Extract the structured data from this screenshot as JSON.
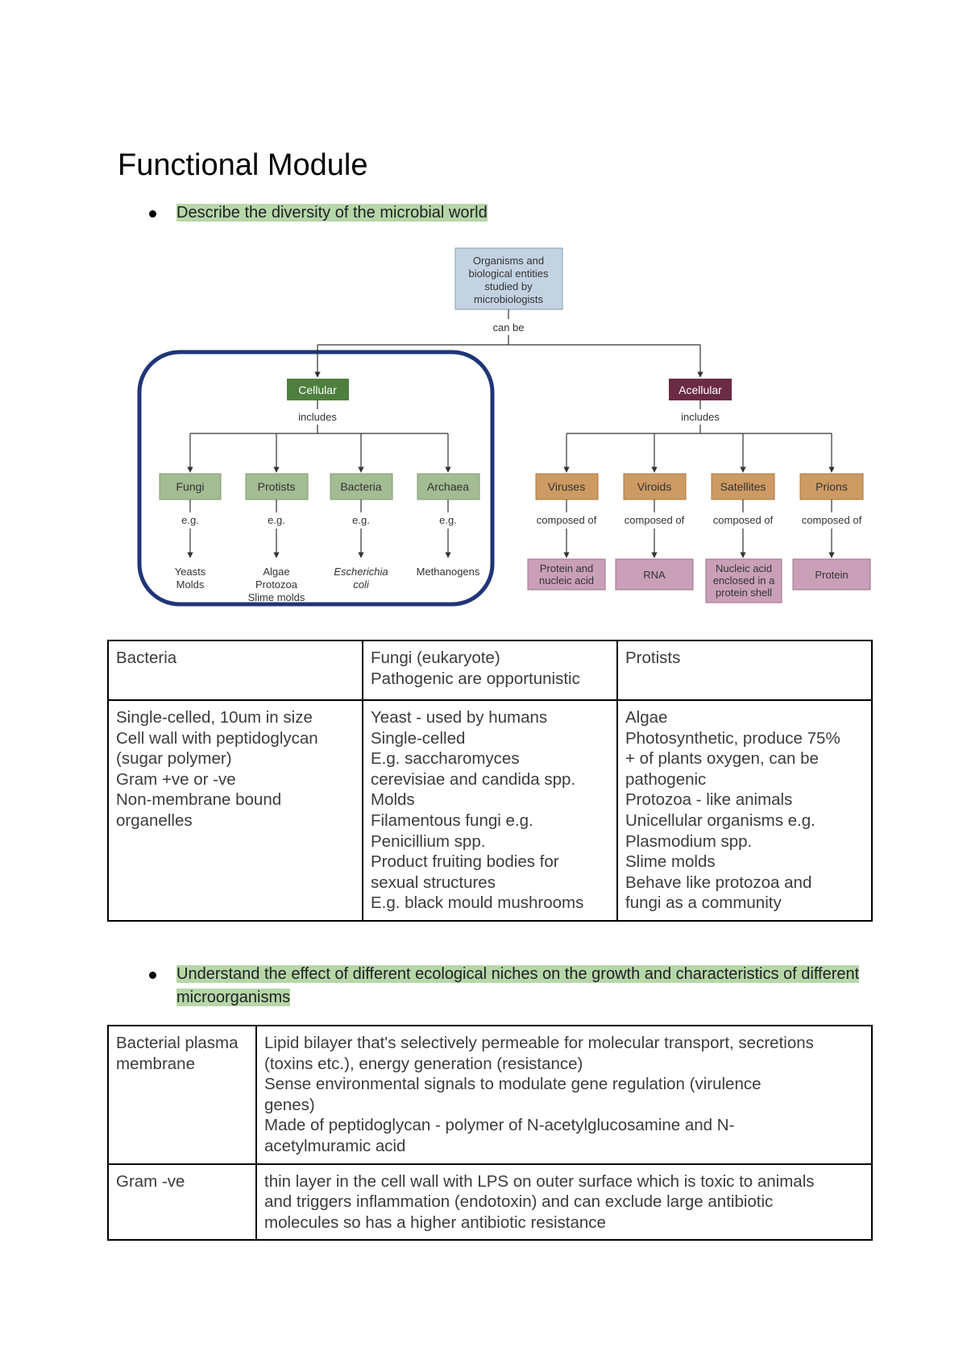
{
  "page": {
    "title": "Functional Module"
  },
  "bullets": [
    "Describe the diversity of the microbial world",
    "Understand the effect of different ecological niches on the growth and characteristics of different microorganisms"
  ],
  "diagram": {
    "root": [
      "Organisms and",
      "biological entities",
      "studied by",
      "microbiologists"
    ],
    "root_link": "can be",
    "cellular": {
      "label": "Cellular",
      "link": "includes"
    },
    "acellular": {
      "label": "Acellular",
      "link": "includes"
    },
    "cellular_groups": [
      {
        "name": "Fungi",
        "link": "e.g.",
        "examples": [
          "Yeasts",
          "Molds"
        ]
      },
      {
        "name": "Protists",
        "link": "e.g.",
        "examples": [
          "Algae",
          "Protozoa",
          "Slime molds"
        ]
      },
      {
        "name": "Bacteria",
        "link": "e.g.",
        "examples": [
          "Escherichia",
          "coli"
        ]
      },
      {
        "name": "Archaea",
        "link": "e.g.",
        "examples": [
          "Methanogens"
        ]
      }
    ],
    "acellular_groups": [
      {
        "name": "Viruses",
        "link": "composed of",
        "composition": [
          "Protein and",
          "nucleic acid"
        ]
      },
      {
        "name": "Viroids",
        "link": "composed of",
        "composition": [
          "RNA"
        ]
      },
      {
        "name": "Satellites",
        "link": "composed of",
        "composition": [
          "Nucleic acid",
          "enclosed in a",
          "protein shell"
        ]
      },
      {
        "name": "Prions",
        "link": "composed of",
        "composition": [
          "Protein"
        ]
      }
    ],
    "colors": {
      "root_fill": "#c3d3e2",
      "cellular_fill": "#4f7f3f",
      "acellular_fill": "#6b2b45",
      "cell_group_fill": "#a4bc94",
      "acell_group_fill": "#cd9a63",
      "composition_fill": "#c9a0b7",
      "highlight_border": "#1f3578"
    }
  },
  "table1": {
    "headers": [
      [
        "Bacteria"
      ],
      [
        "Fungi (eukaryote)",
        "Pathogenic are opportunistic"
      ],
      [
        "Protists"
      ]
    ],
    "cells": [
      [
        "Single-celled, 10um in size",
        "Cell wall with peptidoglycan",
        "(sugar polymer)",
        "Gram +ve or -ve",
        "Non-membrane bound",
        "organelles"
      ],
      [
        "Yeast - used by humans",
        "Single-celled",
        "E.g. saccharomyces",
        "cerevisiae and candida spp.",
        "Molds",
        "Filamentous fungi e.g.",
        "Penicillium spp.",
        "Product fruiting bodies for",
        "sexual structures",
        "E.g. black mould mushrooms"
      ],
      [
        "Algae",
        "Photosynthetic, produce 75%",
        "+ of plants oxygen, can be",
        "pathogenic",
        "Protozoa - like animals",
        "Unicellular organisms e.g.",
        "Plasmodium spp.",
        "Slime molds",
        "Behave like protozoa and",
        "fungi as a community"
      ]
    ]
  },
  "table2": {
    "rows": [
      {
        "label": [
          "Bacterial plasma",
          "membrane"
        ],
        "text": [
          "Lipid bilayer that's selectively permeable for molecular transport, secretions",
          "(toxins etc.), energy generation (resistance)",
          "Sense environmental signals to modulate gene regulation (virulence",
          "genes)",
          "Made of peptidoglycan - polymer of N-acetylglucosamine and N-",
          "acetylmuramic acid"
        ]
      },
      {
        "label": [
          "Gram -ve"
        ],
        "text": [
          "thin layer in the cell wall with LPS on outer surface which is toxic to animals",
          "and triggers inflammation (endotoxin) and can exclude large antibiotic",
          "molecules so has a higher antibiotic resistance"
        ]
      }
    ]
  }
}
